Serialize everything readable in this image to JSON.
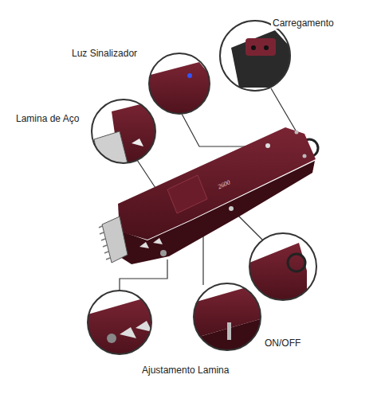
{
  "diagram": {
    "labels": [
      "Carregamento",
      "Luz Sinalizador",
      "Lamina de Aço",
      "2600",
      "ON/OFF",
      "Ajustamento Lamina"
    ]
  }
}
